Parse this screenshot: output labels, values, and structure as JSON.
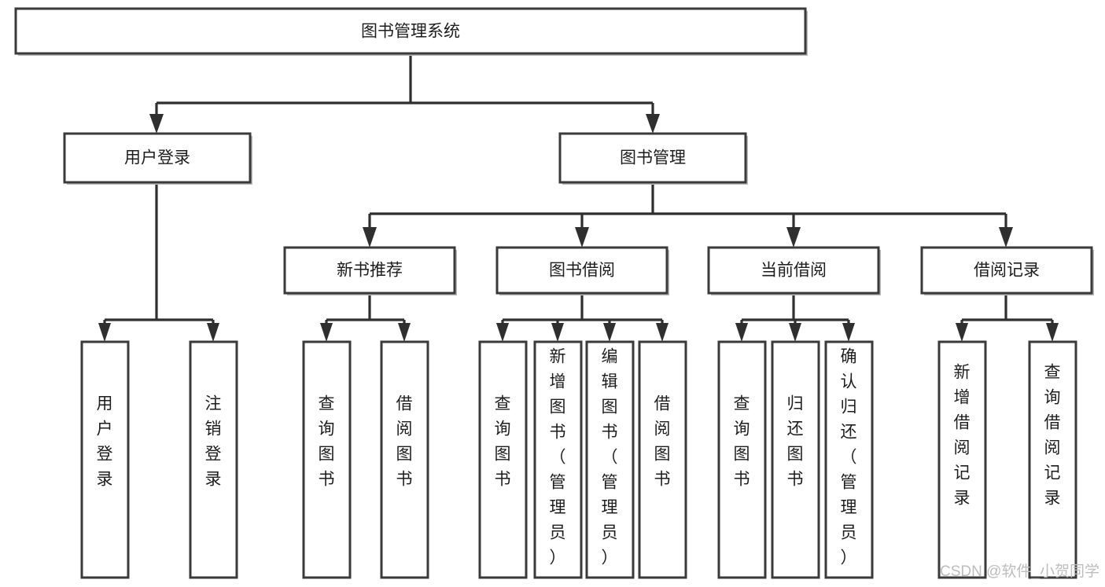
{
  "diagram": {
    "type": "tree-hierarchy",
    "title": "图书管理系统",
    "orientation": "top-down",
    "colors": {
      "box_border": "#3a3a3a",
      "box_fill": "#ffffff",
      "connector": "#2f2f2f",
      "text": "#1d1d1d",
      "watermark": "#bdbdbd"
    },
    "root": {
      "label": "图书管理系统"
    },
    "level2": [
      {
        "id": "user-login",
        "label": "用户登录"
      },
      {
        "id": "book-manage",
        "label": "图书管理"
      }
    ],
    "level3": [
      {
        "id": "new-book-recommend",
        "label": "新书推荐",
        "parent": "book-manage"
      },
      {
        "id": "book-borrow",
        "label": "图书借阅",
        "parent": "book-manage"
      },
      {
        "id": "current-borrow",
        "label": "当前借阅",
        "parent": "book-manage"
      },
      {
        "id": "borrow-record",
        "label": "借阅记录",
        "parent": "book-manage"
      }
    ],
    "leaves": {
      "user-login": [
        {
          "id": "leaf-user-login",
          "label": "用户登录"
        },
        {
          "id": "leaf-user-logout",
          "label": "注销登录"
        }
      ],
      "new-book-recommend": [
        {
          "id": "leaf-query-book-1",
          "label": "查询图书"
        },
        {
          "id": "leaf-borrow-book-1",
          "label": "借阅图书"
        }
      ],
      "book-borrow": [
        {
          "id": "leaf-query-book-2",
          "label": "查询图书"
        },
        {
          "id": "leaf-add-book",
          "label": "新增图书（管理员）"
        },
        {
          "id": "leaf-edit-book",
          "label": "编辑图书（管理员）"
        },
        {
          "id": "leaf-borrow-book-2",
          "label": "借阅图书"
        }
      ],
      "current-borrow": [
        {
          "id": "leaf-query-book-3",
          "label": "查询图书"
        },
        {
          "id": "leaf-return-book",
          "label": "归还图书"
        },
        {
          "id": "leaf-confirm-return",
          "label": "确认归还（管理员）"
        }
      ],
      "borrow-record": [
        {
          "id": "leaf-add-record",
          "label": "新增借阅记录"
        },
        {
          "id": "leaf-query-record",
          "label": "查询借阅记录"
        }
      ]
    }
  },
  "watermark": {
    "label": "CSDN @软件_小贺同学"
  }
}
